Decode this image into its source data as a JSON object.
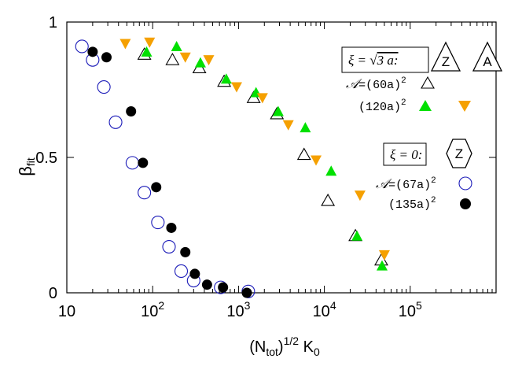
{
  "colors": {
    "open_triangle": "#000000",
    "green": "#00e000",
    "orange": "#f5a000",
    "blue_circle": "#1a1ab8",
    "black": "#000000"
  },
  "chart_data": {
    "type": "scatter",
    "title": "",
    "xscale": "log",
    "xlim": [
      10,
      1000000
    ],
    "ylim": [
      0,
      1
    ],
    "x_tick_labels": [
      {
        "value": 10,
        "base": "10",
        "exp": ""
      },
      {
        "value": 100,
        "base": "10",
        "exp": "2"
      },
      {
        "value": 1000,
        "base": "10",
        "exp": "3"
      },
      {
        "value": 10000,
        "base": "10",
        "exp": "4"
      },
      {
        "value": 100000,
        "base": "10",
        "exp": "5"
      }
    ],
    "y_ticks": [
      {
        "value": 0,
        "label": "0"
      },
      {
        "value": 0.5,
        "label": "0.5"
      },
      {
        "value": 1,
        "label": "1"
      }
    ],
    "xlabel": {
      "prefix": "(N",
      "sub": "tot",
      "mid": ")",
      "sup": "1/2",
      "suffix": " K",
      "sub2": "0"
    },
    "ylabel": {
      "main": "β",
      "sub": "fit"
    },
    "legend_boxes": {
      "xi1": {
        "lhs": "ξ = ",
        "sqrt": "√",
        "rhs": "3 a:"
      },
      "xi0": {
        "text": "ξ = 0:"
      }
    },
    "badges": {
      "z_triangle": "Z",
      "a_triangle": "A",
      "z_hexagon": "Z"
    },
    "legend_entries": [
      {
        "prefix": "𝒜",
        "text": "=(60a)",
        "exp": "2",
        "marker": "open-triangle"
      },
      {
        "prefix": "",
        "text": "(120a)",
        "exp": "2",
        "marker": "green-triangle"
      },
      {
        "prefix": "",
        "text": "",
        "exp": "",
        "marker": "orange-triangle-down"
      },
      {
        "prefix": "𝒜",
        "text": "=(67a)",
        "exp": "2",
        "marker": "open-circle"
      },
      {
        "prefix": "",
        "text": "(135a)",
        "exp": "2",
        "marker": "black-circle"
      }
    ],
    "series": [
      {
        "marker": "open-triangle",
        "x": [
          80,
          170,
          350,
          680,
          1500,
          2800,
          5800,
          11000,
          23000,
          46000
        ],
        "y": [
          0.88,
          0.86,
          0.83,
          0.78,
          0.72,
          0.66,
          0.51,
          0.34,
          0.21,
          0.12
        ]
      },
      {
        "marker": "green-triangle",
        "x": [
          85,
          190,
          360,
          720,
          1600,
          2900,
          6000,
          12000,
          24000,
          47000
        ],
        "y": [
          0.89,
          0.91,
          0.85,
          0.79,
          0.74,
          0.67,
          0.61,
          0.45,
          0.21,
          0.1
        ]
      },
      {
        "marker": "orange-triangle-down",
        "x": [
          48,
          92,
          240,
          450,
          950,
          1900,
          3800,
          8000,
          26000,
          50000
        ],
        "y": [
          0.92,
          0.925,
          0.87,
          0.86,
          0.76,
          0.72,
          0.62,
          0.49,
          0.36,
          0.14
        ]
      },
      {
        "marker": "open-circle",
        "x": [
          15,
          20,
          27,
          37,
          58,
          80,
          115,
          155,
          215,
          300,
          620,
          1300
        ],
        "y": [
          0.91,
          0.86,
          0.76,
          0.63,
          0.48,
          0.37,
          0.26,
          0.17,
          0.08,
          0.045,
          0.02,
          0.005
        ]
      },
      {
        "marker": "black-circle",
        "x": [
          20,
          29,
          56,
          77,
          110,
          165,
          240,
          310,
          430,
          660,
          1250
        ],
        "y": [
          0.89,
          0.87,
          0.67,
          0.48,
          0.39,
          0.24,
          0.15,
          0.07,
          0.03,
          0.02,
          0.0
        ]
      }
    ]
  }
}
